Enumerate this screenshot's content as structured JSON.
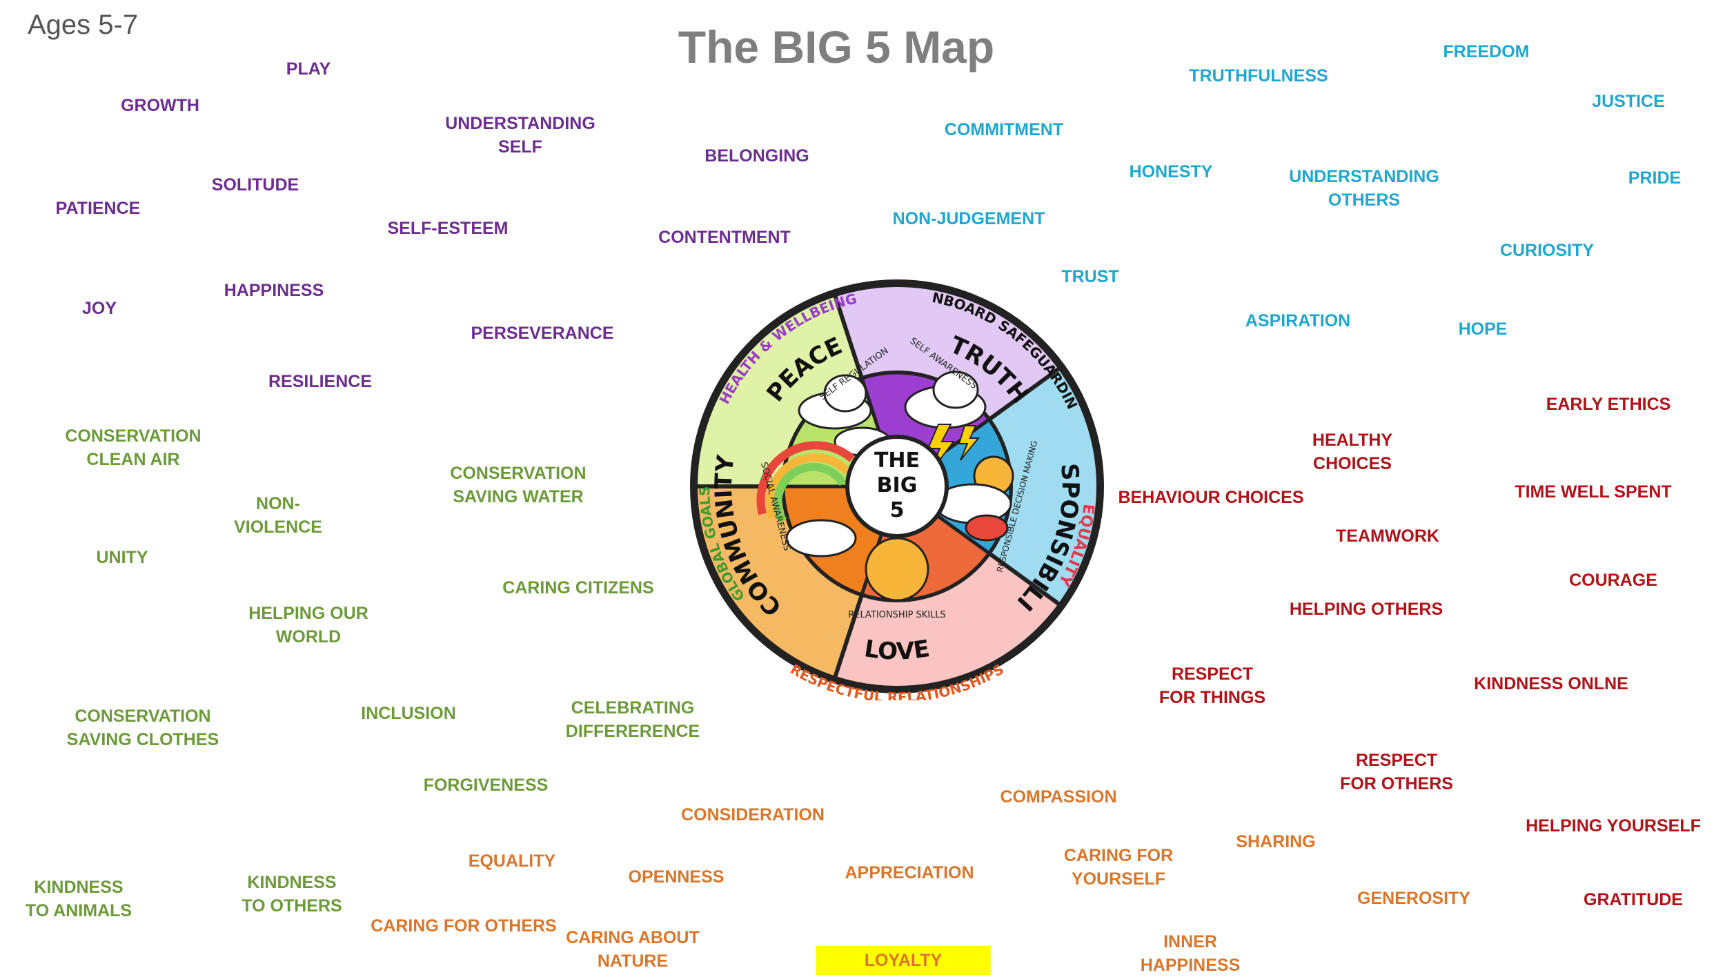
{
  "header": {
    "age": "Ages 5-7",
    "title": "The BIG 5 Map"
  },
  "colors": {
    "peace": "#6b2d8f",
    "truth": "#1ea7cf",
    "responsibility": "#b01218",
    "community": "#6c9a3a",
    "love": "#d9762a",
    "highlight": "#ffff00"
  },
  "wheel": {
    "center": [
      "THE",
      "BIG",
      "5"
    ],
    "peace": {
      "name": "PEACE",
      "outer": "HEALTH & WELLBEING",
      "inner": "SELF REGULATION"
    },
    "truth": {
      "name": "TRUTH",
      "outer": "ONBOARD SAFEGUARDING",
      "inner": "SELF AWARENESS"
    },
    "responsibility": {
      "name": "RESPONSIBILITY",
      "outer": "EQUALITY",
      "inner": "RESPONSIBLE DECISION MAKING"
    },
    "love": {
      "name": "LOVE",
      "outer": "RESPECTFUL RELATIONSHIPS",
      "inner": "RELATIONSHIP SKILLS"
    },
    "community": {
      "name": "COMMUNITY",
      "outer": "GLOBAL GOALS",
      "inner": "SOCIAL AWARENESS"
    }
  },
  "words": {
    "peace": [
      "PLAY",
      "GROWTH",
      "UNDERSTANDING\nSELF",
      "BELONGING",
      "SOLITUDE",
      "PATIENCE",
      "SELF-ESTEEM",
      "CONTENTMENT",
      "HAPPINESS",
      "JOY",
      "PERSEVERANCE",
      "RESILIENCE"
    ],
    "truth": [
      "FREEDOM",
      "TRUTHFULNESS",
      "JUSTICE",
      "COMMITMENT",
      "HONESTY",
      "UNDERSTANDING\nOTHERS",
      "PRIDE",
      "NON-JUDGEMENT",
      "CURIOSITY",
      "TRUST",
      "ASPIRATION",
      "HOPE"
    ],
    "responsibility": [
      "EARLY ETHICS",
      "HEALTHY\nCHOICES",
      "BEHAVIOUR CHOICES",
      "TIME WELL SPENT",
      "TEAMWORK",
      "COURAGE",
      "HELPING OTHERS",
      "RESPECT\nFOR THINGS",
      "KINDNESS ONLNE",
      "RESPECT\nFOR OTHERS",
      "HELPING YOURSELF",
      "GRATITUDE"
    ],
    "community": [
      "CONSERVATION\nCLEAN AIR",
      "CONSERVATION\nSAVING WATER",
      "NON-\nVIOLENCE",
      "UNITY",
      "CARING CITIZENS",
      "HELPING OUR\nWORLD",
      "CONSERVATION\nSAVING CLOTHES",
      "INCLUSION",
      "CELEBRATING\nDIFFERERENCE",
      "FORGIVENESS",
      "KINDNESS\nTO ANIMALS",
      "KINDNESS\nTO OTHERS"
    ],
    "love": [
      "CONSIDERATION",
      "COMPASSION",
      "EQUALITY",
      "OPENNESS",
      "APPRECIATION",
      "CARING FOR\nYOURSELF",
      "SHARING",
      "GENEROSITY",
      "CARING FOR OTHERS",
      "CARING ABOUT\nNATURE",
      "LOYALTY",
      "INNER\nHAPPINESS"
    ]
  }
}
